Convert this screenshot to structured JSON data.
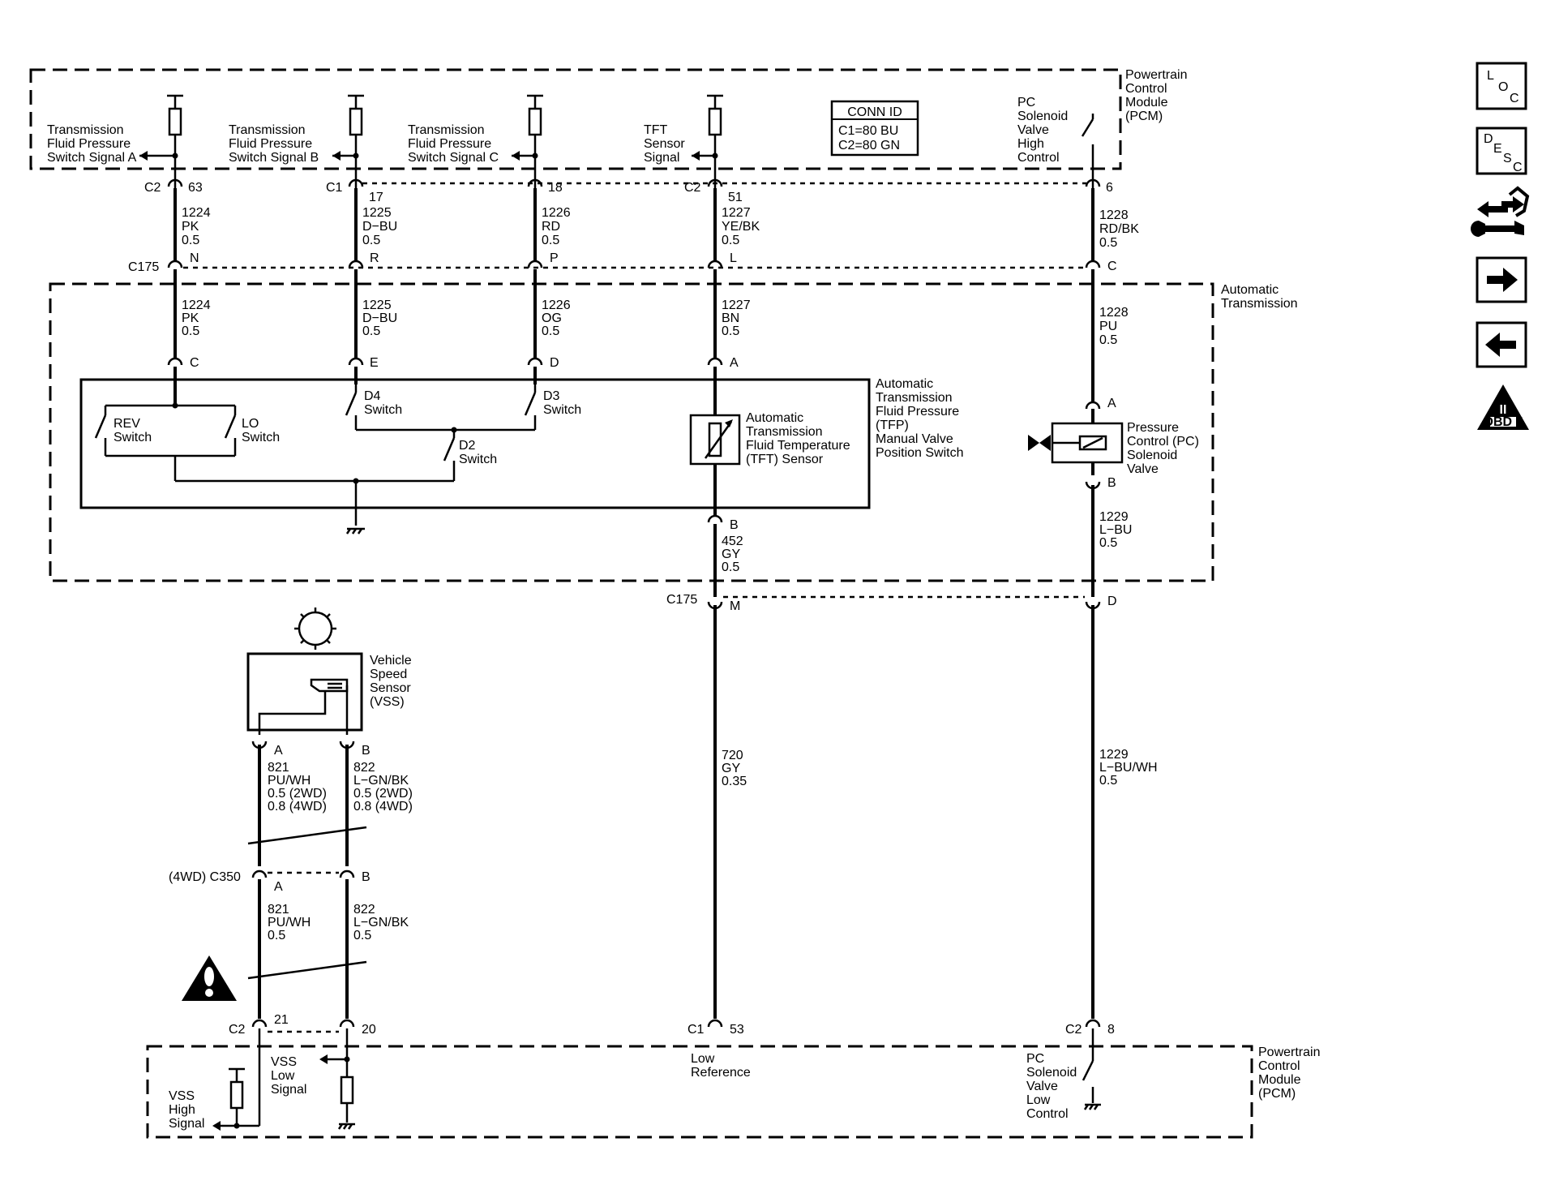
{
  "pcm_top": {
    "label": [
      "Powertrain",
      "Control",
      "Module",
      "(PCM)"
    ],
    "signals": [
      [
        "Transmission",
        "Fluid Pressure",
        "Switch Signal A"
      ],
      [
        "Transmission",
        "Fluid Pressure",
        "Switch Signal B"
      ],
      [
        "Transmission",
        "Fluid Pressure",
        "Switch Signal C"
      ],
      [
        "TFT",
        "Sensor",
        "Signal"
      ],
      [
        "PC",
        "Solenoid",
        "Valve",
        "High",
        "Control"
      ]
    ],
    "conn_id": {
      "title": "CONN ID",
      "lines": [
        "C1=80 BU",
        "C2=80 GN"
      ]
    },
    "pins": [
      {
        "conn": "C2",
        "pin": "63"
      },
      {
        "conn": "C1",
        "pin": "17"
      },
      {
        "conn": "",
        "pin": "18"
      },
      {
        "conn": "C2",
        "pin": "51"
      },
      {
        "conn": "",
        "pin": "6"
      }
    ]
  },
  "wires_upper": [
    [
      "1224",
      "PK",
      "0.5"
    ],
    [
      "1225",
      "D−BU",
      "0.5"
    ],
    [
      "1226",
      "RD",
      "0.5"
    ],
    [
      "1227",
      "YE/BK",
      "0.5"
    ],
    [
      "1228",
      "RD/BK",
      "0.5"
    ]
  ],
  "c175_top": {
    "name": "C175",
    "pins": [
      "N",
      "R",
      "P",
      "L",
      "C"
    ]
  },
  "automatic_transmission": {
    "label": [
      "Automatic",
      "Transmission"
    ],
    "wires": [
      [
        "1224",
        "PK",
        "0.5"
      ],
      [
        "1225",
        "D−BU",
        "0.5"
      ],
      [
        "1226",
        "OG",
        "0.5"
      ],
      [
        "1227",
        "BN",
        "0.5"
      ],
      [
        "1228",
        "PU",
        "0.5"
      ]
    ],
    "tfp_pins": [
      "C",
      "E",
      "D",
      "A"
    ],
    "switches": {
      "rev": [
        "REV",
        "Switch"
      ],
      "lo": [
        "LO",
        "Switch"
      ],
      "d4": [
        "D4",
        "Switch"
      ],
      "d3": [
        "D3",
        "Switch"
      ],
      "d2": [
        "D2",
        "Switch"
      ]
    },
    "tft_sensor": [
      "Automatic",
      "Transmission",
      "Fluid Temperature",
      "(TFT) Sensor"
    ],
    "tfp_label": [
      "Automatic",
      "Transmission",
      "Fluid Pressure",
      "(TFP)",
      "Manual Valve",
      "Position Switch"
    ],
    "pc_solenoid": {
      "label": [
        "Pressure",
        "Control (PC)",
        "Solenoid",
        "Valve"
      ],
      "pin_a": "A",
      "pin_b": "B"
    },
    "tft_pin_b": "B",
    "wire_452": [
      "452",
      "GY",
      "0.5"
    ],
    "wire_1229": [
      "1229",
      "L−BU",
      "0.5"
    ]
  },
  "c175_bottom": {
    "name": "C175",
    "pins": [
      "M",
      "D"
    ]
  },
  "wire_720": [
    "720",
    "GY",
    "0.35"
  ],
  "wire_1229_lower": [
    "1229",
    "L−BU/WH",
    "0.5"
  ],
  "vss": {
    "label": [
      "Vehicle",
      "Speed",
      "Sensor",
      "(VSS)"
    ],
    "pins": [
      "A",
      "B"
    ],
    "wire_821_upper": [
      "821",
      "PU/WH",
      "0.5 (2WD)",
      "0.8 (4WD)"
    ],
    "wire_822_upper": [
      "822",
      "L−GN/BK",
      "0.5 (2WD)",
      "0.8 (4WD)"
    ],
    "c350": {
      "name": "(4WD) C350",
      "pins": [
        "A",
        "B"
      ]
    },
    "wire_821_lower": [
      "821",
      "PU/WH",
      "0.5"
    ],
    "wire_822_lower": [
      "822",
      "L−GN/BK",
      "0.5"
    ]
  },
  "pcm_bottom": {
    "label": [
      "Powertrain",
      "Control",
      "Module",
      "(PCM)"
    ],
    "pins": [
      {
        "conn": "C2",
        "pin": "21"
      },
      {
        "conn": "",
        "pin": "20"
      },
      {
        "conn": "C1",
        "pin": "53"
      },
      {
        "conn": "C2",
        "pin": "8"
      }
    ],
    "vss_high": [
      "VSS",
      "High",
      "Signal"
    ],
    "vss_low": [
      "VSS",
      "Low",
      "Signal"
    ],
    "low_reference": [
      "Low",
      "Reference"
    ],
    "pc_low_control": [
      "PC",
      "Solenoid",
      "Valve",
      "Low",
      "Control"
    ]
  },
  "nav": {
    "loc": [
      "L",
      "O",
      "C"
    ],
    "desc": [
      "D",
      "E",
      "S",
      "C"
    ],
    "obd": "OBD II",
    "obd_numeral": "II"
  }
}
